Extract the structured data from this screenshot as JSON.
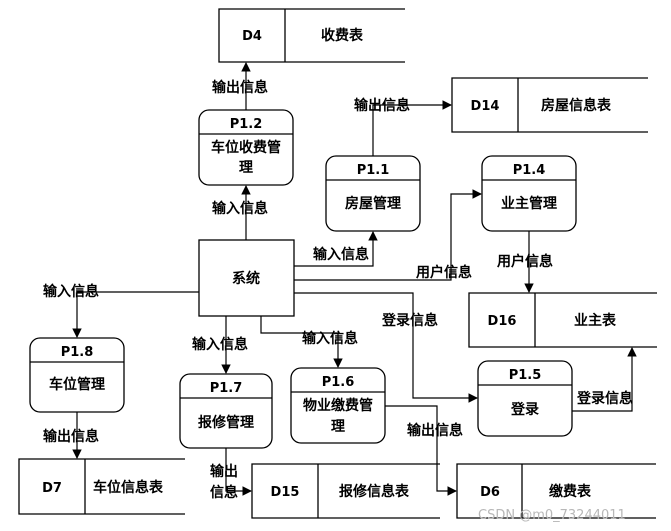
{
  "system": {
    "label": "系统"
  },
  "processes": {
    "p1_1": {
      "id": "P1.1",
      "lines": [
        "房屋管理"
      ]
    },
    "p1_2": {
      "id": "P1.2",
      "lines": [
        "车位收费管",
        "理"
      ]
    },
    "p1_4": {
      "id": "P1.4",
      "lines": [
        "业主管理"
      ]
    },
    "p1_5": {
      "id": "P1.5",
      "lines": [
        "登录"
      ]
    },
    "p1_6": {
      "id": "P1.6",
      "lines": [
        "物业缴费管",
        "理"
      ]
    },
    "p1_7": {
      "id": "P1.7",
      "lines": [
        "报修管理"
      ]
    },
    "p1_8": {
      "id": "P1.8",
      "lines": [
        "车位管理"
      ]
    }
  },
  "stores": {
    "d4": {
      "id": "D4",
      "name": "收费表"
    },
    "d14": {
      "id": "D14",
      "name": "房屋信息表"
    },
    "d16": {
      "id": "D16",
      "name": "业主表"
    },
    "d7": {
      "id": "D7",
      "name": "车位信息表"
    },
    "d15": {
      "id": "D15",
      "name": "报修信息表"
    },
    "d6": {
      "id": "D6",
      "name": "缴费表"
    }
  },
  "flows": {
    "output": "输出信息",
    "input": "输入信息",
    "user_info": "用户信息",
    "login_info": "登录信息",
    "output_part1": "输出",
    "output_part2": "信息"
  },
  "watermark": "CSDN @m0_73244011"
}
